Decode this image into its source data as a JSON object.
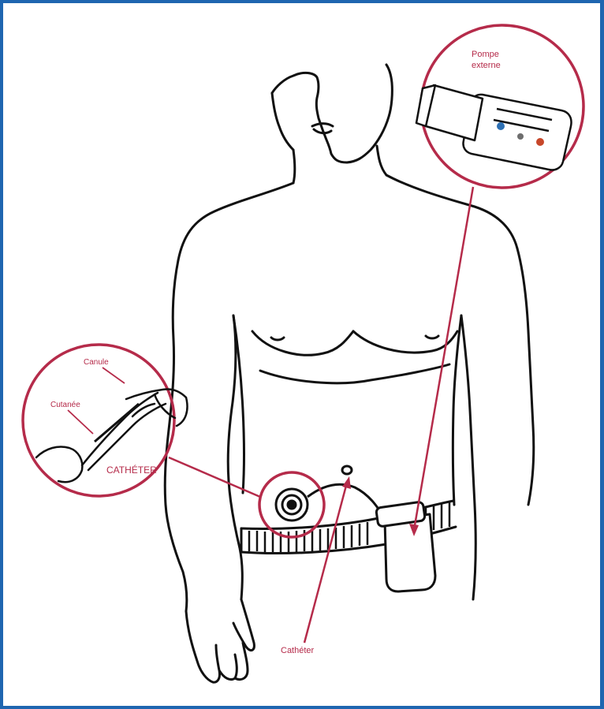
{
  "labels": {
    "pump_line1": "Pompe",
    "pump_line2": "externe",
    "canule": "Canule",
    "cutaneous": "Cutanée",
    "catheter": "CATHÉTER",
    "bottom": "Cathéter"
  },
  "colors": {
    "frame": "#1f66b0",
    "accent": "#b52b4a",
    "line": "#111111",
    "pump_blue": "#2c6fb3",
    "pump_red": "#c7472a",
    "pump_gray": "#6e6e6e"
  }
}
